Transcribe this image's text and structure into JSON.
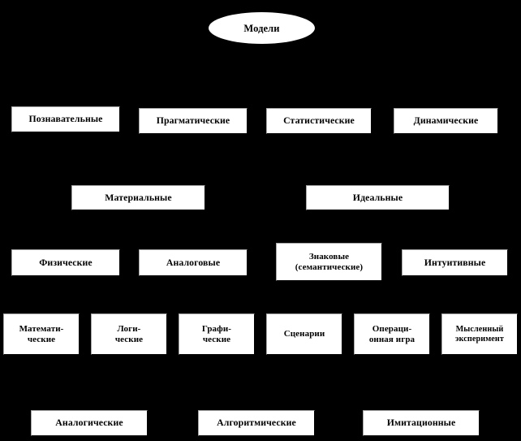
{
  "diagram": {
    "title": "Модели",
    "background_color": "#000000",
    "node_fill_color": "#ffffff",
    "node_text_color": "#000000",
    "node_border_color": "#a6a6a6",
    "type": "hierarchy-tree",
    "root": {
      "label": "Модели",
      "shape": "ellipse"
    },
    "levels": [
      {
        "name": "level-1-classification",
        "nodes": [
          {
            "label": "Познавательные"
          },
          {
            "label": "Прагматические"
          },
          {
            "label": "Статистические"
          },
          {
            "label": "Динамические"
          }
        ]
      },
      {
        "name": "level-2-realization",
        "nodes": [
          {
            "label": "Материальные"
          },
          {
            "label": "Идеальные"
          }
        ]
      },
      {
        "name": "level-3-kind",
        "nodes": [
          {
            "label": "Физические"
          },
          {
            "label": "Аналоговые"
          },
          {
            "label": "Знаковые\n(семантические)"
          },
          {
            "label": "Интуитивные"
          }
        ]
      },
      {
        "name": "level-4-form",
        "nodes": [
          {
            "label": "Математи-\nческие"
          },
          {
            "label": "Логи-\nческие"
          },
          {
            "label": "Графи-\nческие"
          },
          {
            "label": "Сценарии"
          },
          {
            "label": "Операци-\nонная игра"
          },
          {
            "label": "Мысленный\nэксперимент"
          }
        ]
      },
      {
        "name": "level-5-method",
        "nodes": [
          {
            "label": "Аналогические"
          },
          {
            "label": "Алгоритмические"
          },
          {
            "label": "Имитационные"
          }
        ]
      }
    ]
  }
}
